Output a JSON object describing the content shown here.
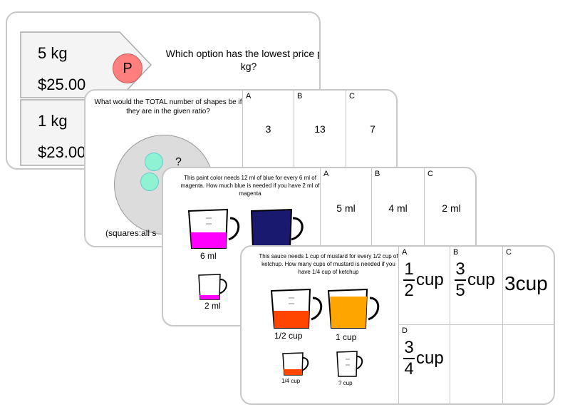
{
  "card1": {
    "tag1": {
      "weight": "5 kg",
      "price": "$25.00"
    },
    "tag2": {
      "weight": "1 kg",
      "price": "$23.00"
    },
    "badge": "P",
    "question": "Which option has the lowest price per kg?"
  },
  "card2": {
    "question": "What would the TOTAL number of shapes be if they are in the given ratio?",
    "unknown": "?",
    "caption": "(squares:all s",
    "options": [
      {
        "letter": "A",
        "value": "3"
      },
      {
        "letter": "B",
        "value": "13"
      },
      {
        "letter": "C",
        "value": "7"
      }
    ]
  },
  "card3": {
    "question": "This paint color needs 12 ml of blue for every 6 ml of magenta. How much blue is needed if you have 2 ml of magenta",
    "jug_labels": [
      "6 ml",
      "2 ml"
    ],
    "options": [
      {
        "letter": "A",
        "value": "5 ml"
      },
      {
        "letter": "B",
        "value": "4 ml"
      },
      {
        "letter": "C",
        "value": "2 ml"
      }
    ]
  },
  "card4": {
    "question": "This sauce needs 1 cup of mustard for every 1/2 cup of ketchup. How many cups of mustard is needed if you have 1/4 cup of ketchup",
    "jug_labels": [
      "1/2 cup",
      "1 cup",
      "1/4 cup",
      "? cup"
    ],
    "options": [
      {
        "letter": "A",
        "num": "1",
        "den": "2",
        "unit": "cup"
      },
      {
        "letter": "B",
        "num": "3",
        "den": "5",
        "unit": "cup"
      },
      {
        "letter": "C",
        "whole": "3cup"
      },
      {
        "letter": "D",
        "num": "3",
        "den": "4",
        "unit": "cup"
      }
    ]
  },
  "colors": {
    "badge": "#ff7f7f",
    "dot": "#8ff2d2",
    "magenta": "#ff00ff",
    "navy": "#191970",
    "orange_red": "#ff4500",
    "orange": "#ffa500"
  }
}
